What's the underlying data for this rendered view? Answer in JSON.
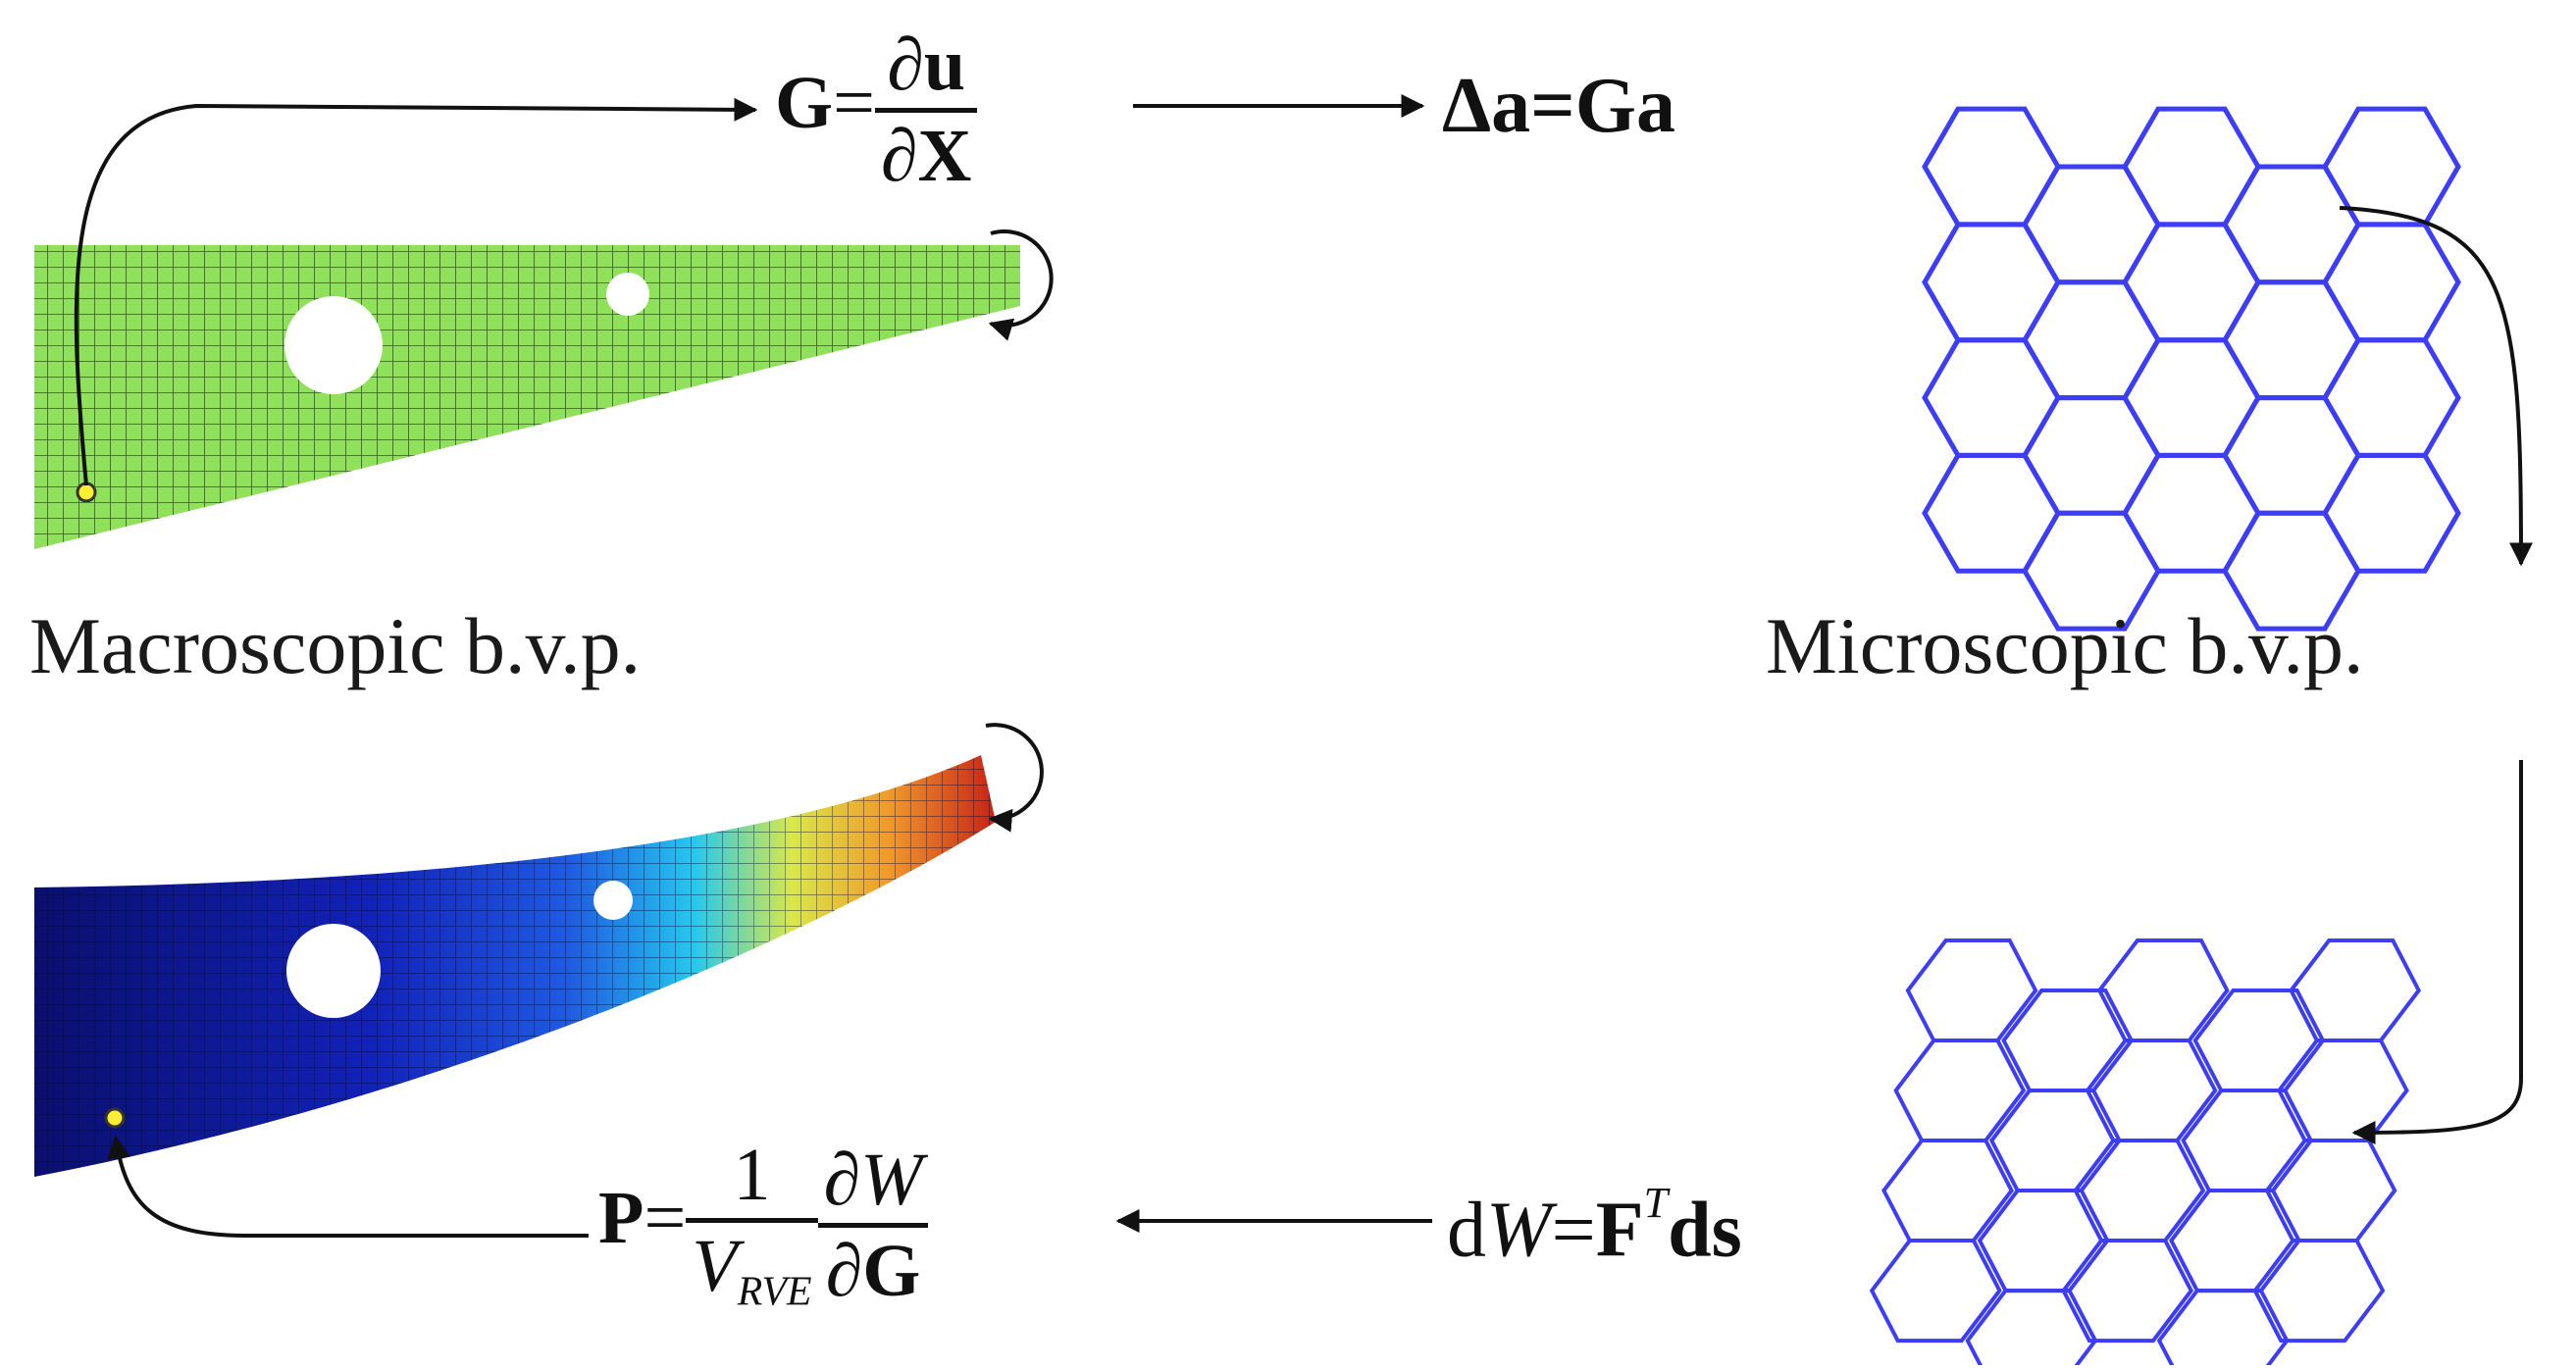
{
  "labels": {
    "macro": "Macroscopic b.v.p.",
    "micro": "Microscopic  b.v.p."
  },
  "equations": {
    "gradient": {
      "lhs": "G",
      "eq": "=",
      "num": "∂u",
      "den": "∂X"
    },
    "delta": {
      "delta": "Δ",
      "a1": "a",
      "eq": "=",
      "g": "G",
      "a2": "a"
    },
    "stress": {
      "lhs": "P",
      "eq": "=",
      "num1": "1",
      "den1": "V",
      "den1_sub": "RVE",
      "num2": "∂W",
      "den2": "∂G"
    },
    "work": {
      "d": "d",
      "w": "W",
      "eq": "=",
      "f": "F",
      "sup": "T",
      "ds": "ds"
    }
  },
  "colors": {
    "mesh_undeformed": "#8fe05a",
    "lattice": "#3d3df5",
    "arrow": "#111111",
    "node_marker": "#ffee33"
  }
}
